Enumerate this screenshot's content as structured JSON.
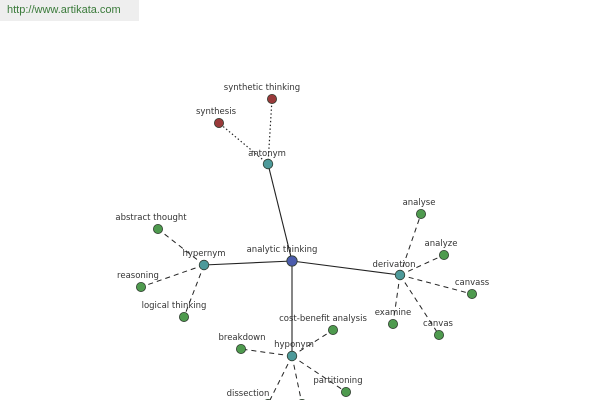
{
  "banner": {
    "url": "http://www.artikata.com"
  },
  "colors": {
    "root": "#4b5cad",
    "relation": "#4d9a9a",
    "leaf": "#4e9a4e",
    "antonym_leaf": "#993a3a"
  },
  "graph": {
    "nodes": [
      {
        "id": "analytic-thinking",
        "label": "analytic thinking",
        "kind": "root"
      },
      {
        "id": "antonym",
        "label": "antonym",
        "kind": "relation"
      },
      {
        "id": "hypernym",
        "label": "hypernym",
        "kind": "relation"
      },
      {
        "id": "derivation",
        "label": "derivation",
        "kind": "relation"
      },
      {
        "id": "hyponym",
        "label": "hyponym",
        "kind": "relation"
      },
      {
        "id": "synthetic-thinking",
        "label": "synthetic thinking",
        "kind": "antonym_leaf"
      },
      {
        "id": "synthesis",
        "label": "synthesis",
        "kind": "antonym_leaf"
      },
      {
        "id": "abstract-thought",
        "label": "abstract thought",
        "kind": "leaf"
      },
      {
        "id": "reasoning",
        "label": "reasoning",
        "kind": "leaf"
      },
      {
        "id": "logical-thinking",
        "label": "logical thinking",
        "kind": "leaf"
      },
      {
        "id": "analyse",
        "label": "analyse",
        "kind": "leaf"
      },
      {
        "id": "analyze",
        "label": "analyze",
        "kind": "leaf"
      },
      {
        "id": "canvass",
        "label": "canvass",
        "kind": "leaf"
      },
      {
        "id": "canvas",
        "label": "canvas",
        "kind": "leaf"
      },
      {
        "id": "examine",
        "label": "examine",
        "kind": "leaf"
      },
      {
        "id": "cost-benefit-analysis",
        "label": "cost-benefit analysis",
        "kind": "leaf"
      },
      {
        "id": "breakdown",
        "label": "breakdown",
        "kind": "leaf"
      },
      {
        "id": "partitioning",
        "label": "partitioning",
        "kind": "leaf"
      },
      {
        "id": "dissection",
        "label": "dissection",
        "kind": "leaf"
      },
      {
        "id": "hyponym-extra",
        "label": "",
        "kind": "leaf"
      }
    ],
    "edges": [
      {
        "from": "analytic-thinking",
        "to": "antonym",
        "style": "solid"
      },
      {
        "from": "analytic-thinking",
        "to": "hypernym",
        "style": "solid"
      },
      {
        "from": "analytic-thinking",
        "to": "derivation",
        "style": "solid"
      },
      {
        "from": "analytic-thinking",
        "to": "hyponym",
        "style": "solid"
      },
      {
        "from": "antonym",
        "to": "synthetic-thinking",
        "style": "dotted"
      },
      {
        "from": "antonym",
        "to": "synthesis",
        "style": "dotted"
      },
      {
        "from": "hypernym",
        "to": "abstract-thought",
        "style": "dashed"
      },
      {
        "from": "hypernym",
        "to": "reasoning",
        "style": "dashed"
      },
      {
        "from": "hypernym",
        "to": "logical-thinking",
        "style": "dashed"
      },
      {
        "from": "derivation",
        "to": "analyse",
        "style": "dashed"
      },
      {
        "from": "derivation",
        "to": "analyze",
        "style": "dashed"
      },
      {
        "from": "derivation",
        "to": "canvass",
        "style": "dashed"
      },
      {
        "from": "derivation",
        "to": "canvas",
        "style": "dashed"
      },
      {
        "from": "derivation",
        "to": "examine",
        "style": "dashed"
      },
      {
        "from": "hyponym",
        "to": "cost-benefit-analysis",
        "style": "dashed"
      },
      {
        "from": "hyponym",
        "to": "breakdown",
        "style": "dashed"
      },
      {
        "from": "hyponym",
        "to": "partitioning",
        "style": "dashed"
      },
      {
        "from": "hyponym",
        "to": "dissection",
        "style": "dashed"
      },
      {
        "from": "hyponym",
        "to": "hyponym-extra",
        "style": "dashed"
      }
    ]
  }
}
